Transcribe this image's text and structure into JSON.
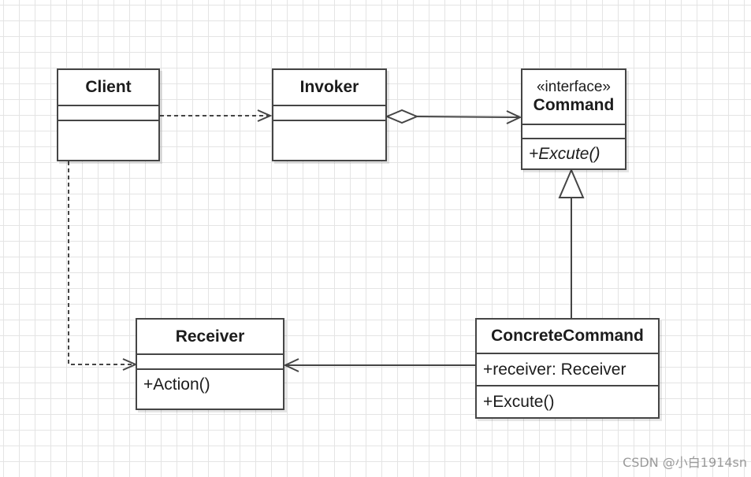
{
  "classes": {
    "client": {
      "name": "Client"
    },
    "invoker": {
      "name": "Invoker"
    },
    "command": {
      "stereotype": "«interface»",
      "name": "Command",
      "operations": [
        "+Excute()"
      ]
    },
    "receiver": {
      "name": "Receiver",
      "operations": [
        "+Action()"
      ]
    },
    "concrete_command": {
      "name": "ConcreteCommand",
      "attributes": [
        "+receiver: Receiver"
      ],
      "operations": [
        "+Excute()"
      ]
    }
  },
  "relationships": [
    {
      "from": "Client",
      "to": "Invoker",
      "type": "dependency"
    },
    {
      "from": "Client",
      "to": "Receiver",
      "type": "dependency"
    },
    {
      "from": "Invoker",
      "to": "Command",
      "type": "aggregation"
    },
    {
      "from": "ConcreteCommand",
      "to": "Command",
      "type": "realization"
    },
    {
      "from": "ConcreteCommand",
      "to": "Receiver",
      "type": "association"
    }
  ],
  "watermark": "CSDN @小白1914sn",
  "colors": {
    "line": "#454545",
    "grid": "#e4e4e4",
    "watermark": "#9a9a9a"
  }
}
